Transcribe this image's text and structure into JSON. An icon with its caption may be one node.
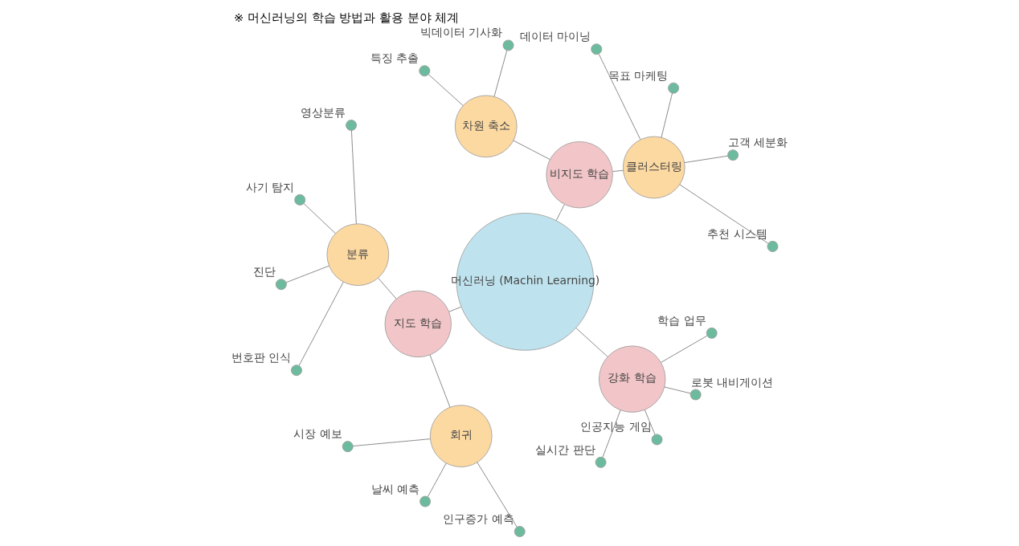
{
  "diagram": {
    "title": "※ 머신러닝의 학습 방법과 활용 분야 체계",
    "nodes": [
      {
        "text": [
          "머신러닝 (Machin Learning)"
        ]
      },
      {
        "text": [
          "비지도 학습"
        ]
      },
      {
        "text": [
          "지도 학습"
        ]
      },
      {
        "text": [
          "강화 학습"
        ]
      },
      {
        "text": [
          "클러스터링"
        ]
      },
      {
        "text": [
          "차원 축소"
        ]
      },
      {
        "text": [
          "분류"
        ]
      },
      {
        "text": [
          "회귀"
        ]
      },
      {
        "text": [],
        "shape": "circle",
        "beside": [
          "추천 시스템"
        ]
      },
      {
        "text": [],
        "shape": "circle",
        "beside": [
          "고객 세분화"
        ]
      },
      {
        "text": [],
        "shape": "circle",
        "beside": [
          "목표 마케팅"
        ]
      },
      {
        "text": [],
        "shape": "circle",
        "beside": [
          "데이터 마이닝"
        ]
      },
      {
        "text": [],
        "shape": "circle",
        "beside": [
          "영상분류"
        ]
      },
      {
        "text": [],
        "shape": "circle",
        "beside": [
          "사기 탐지"
        ]
      },
      {
        "text": [],
        "shape": "circle",
        "beside": [
          "진단"
        ]
      },
      {
        "text": [],
        "shape": "circle",
        "beside": [
          "번호판 인식"
        ]
      },
      {
        "text": [],
        "shape": "circle",
        "beside": [
          "시장 예보"
        ]
      },
      {
        "text": [],
        "shape": "circle",
        "beside": [
          "날씨 예측"
        ]
      },
      {
        "text": [],
        "shape": "circle",
        "beside": [
          "인구증가 예측"
        ]
      },
      {
        "text": [],
        "shape": "circle",
        "beside": [
          "빅데이터 기사화"
        ]
      },
      {
        "text": [],
        "shape": "circle",
        "beside": [
          "특징 추출"
        ]
      },
      {
        "text": [],
        "shape": "circle",
        "beside": [
          "실시간 판단"
        ]
      },
      {
        "text": [],
        "shape": "circle",
        "beside": [
          "인공지능 게임"
        ]
      },
      {
        "text": [],
        "shape": "circle",
        "beside": [
          "로봇 내비게이션"
        ]
      },
      {
        "text": [],
        "shape": "circle",
        "beside": [
          "학습 업무"
        ]
      }
    ],
    "edges": [
      {
        "from": 0,
        "to": 1,
        "arrow": "none"
      },
      {
        "from": 0,
        "to": 2,
        "arrow": "none"
      },
      {
        "from": 0,
        "to": 3,
        "arrow": "none"
      },
      {
        "from": 1,
        "to": 4,
        "arrow": "none"
      },
      {
        "from": 1,
        "to": 5,
        "arrow": "none"
      },
      {
        "from": 2,
        "to": 6,
        "arrow": "none"
      },
      {
        "from": 2,
        "to": 7,
        "arrow": "none"
      },
      {
        "from": 4,
        "to": 8,
        "arrow": "none"
      },
      {
        "from": 4,
        "to": 9,
        "arrow": "none"
      },
      {
        "from": 4,
        "to": 10,
        "arrow": "none"
      },
      {
        "from": 4,
        "to": 11,
        "arrow": "none"
      },
      {
        "from": 6,
        "to": 12,
        "arrow": "none"
      },
      {
        "from": 6,
        "to": 13,
        "arrow": "none"
      },
      {
        "from": 6,
        "to": 14,
        "arrow": "none"
      },
      {
        "from": 6,
        "to": 15,
        "arrow": "none"
      },
      {
        "from": 7,
        "to": 16,
        "arrow": "none"
      },
      {
        "from": 7,
        "to": 17,
        "arrow": "none"
      },
      {
        "from": 7,
        "to": 18,
        "arrow": "none"
      },
      {
        "from": 5,
        "to": 19,
        "arrow": "none"
      },
      {
        "from": 5,
        "to": 20,
        "arrow": "none"
      },
      {
        "from": 3,
        "to": 21,
        "arrow": "none"
      },
      {
        "from": 3,
        "to": 22,
        "arrow": "none"
      },
      {
        "from": 3,
        "to": 23,
        "arrow": "none"
      },
      {
        "from": 3,
        "to": 24,
        "arrow": "none"
      }
    ]
  }
}
